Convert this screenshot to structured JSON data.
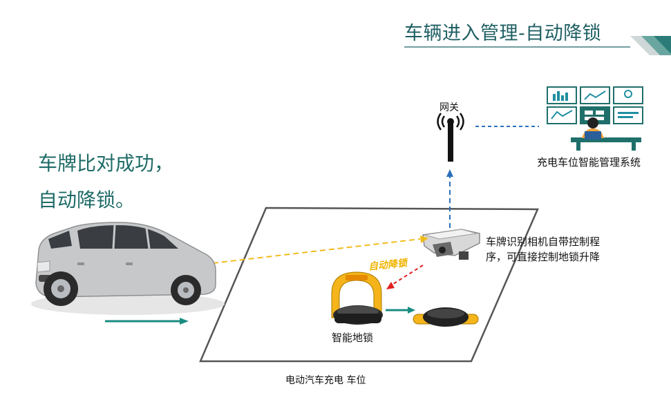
{
  "slide": {
    "title": "车辆进入管理-自动降锁",
    "message_line1": "车牌比对成功，",
    "message_line2": "自动降锁。",
    "gateway_label": "网关",
    "management_label": "充电车位智能管理系统",
    "camera_label_line1": "车牌识别相机自带控制程",
    "camera_label_line2": "序，可直接控制地锁升降",
    "auto_lock_label": "自动降锁",
    "lock_label": "智能地锁",
    "bay_label": "电动汽车充电 车位"
  },
  "colors": {
    "title": "#1f5f63",
    "accent_teal": "#1a8c82",
    "message": "#1e6b67",
    "dashed_blue": "#2a6fba",
    "dashed_yellow": "#f2bb1a",
    "dashed_red": "#e02020",
    "lock_yellow": "#f4b41a"
  },
  "icons": [
    "car-icon",
    "gateway-antenna-icon",
    "management-workstation-icon",
    "lpr-camera-icon",
    "parking-lock-raised-icon",
    "parking-lock-lowered-icon"
  ]
}
